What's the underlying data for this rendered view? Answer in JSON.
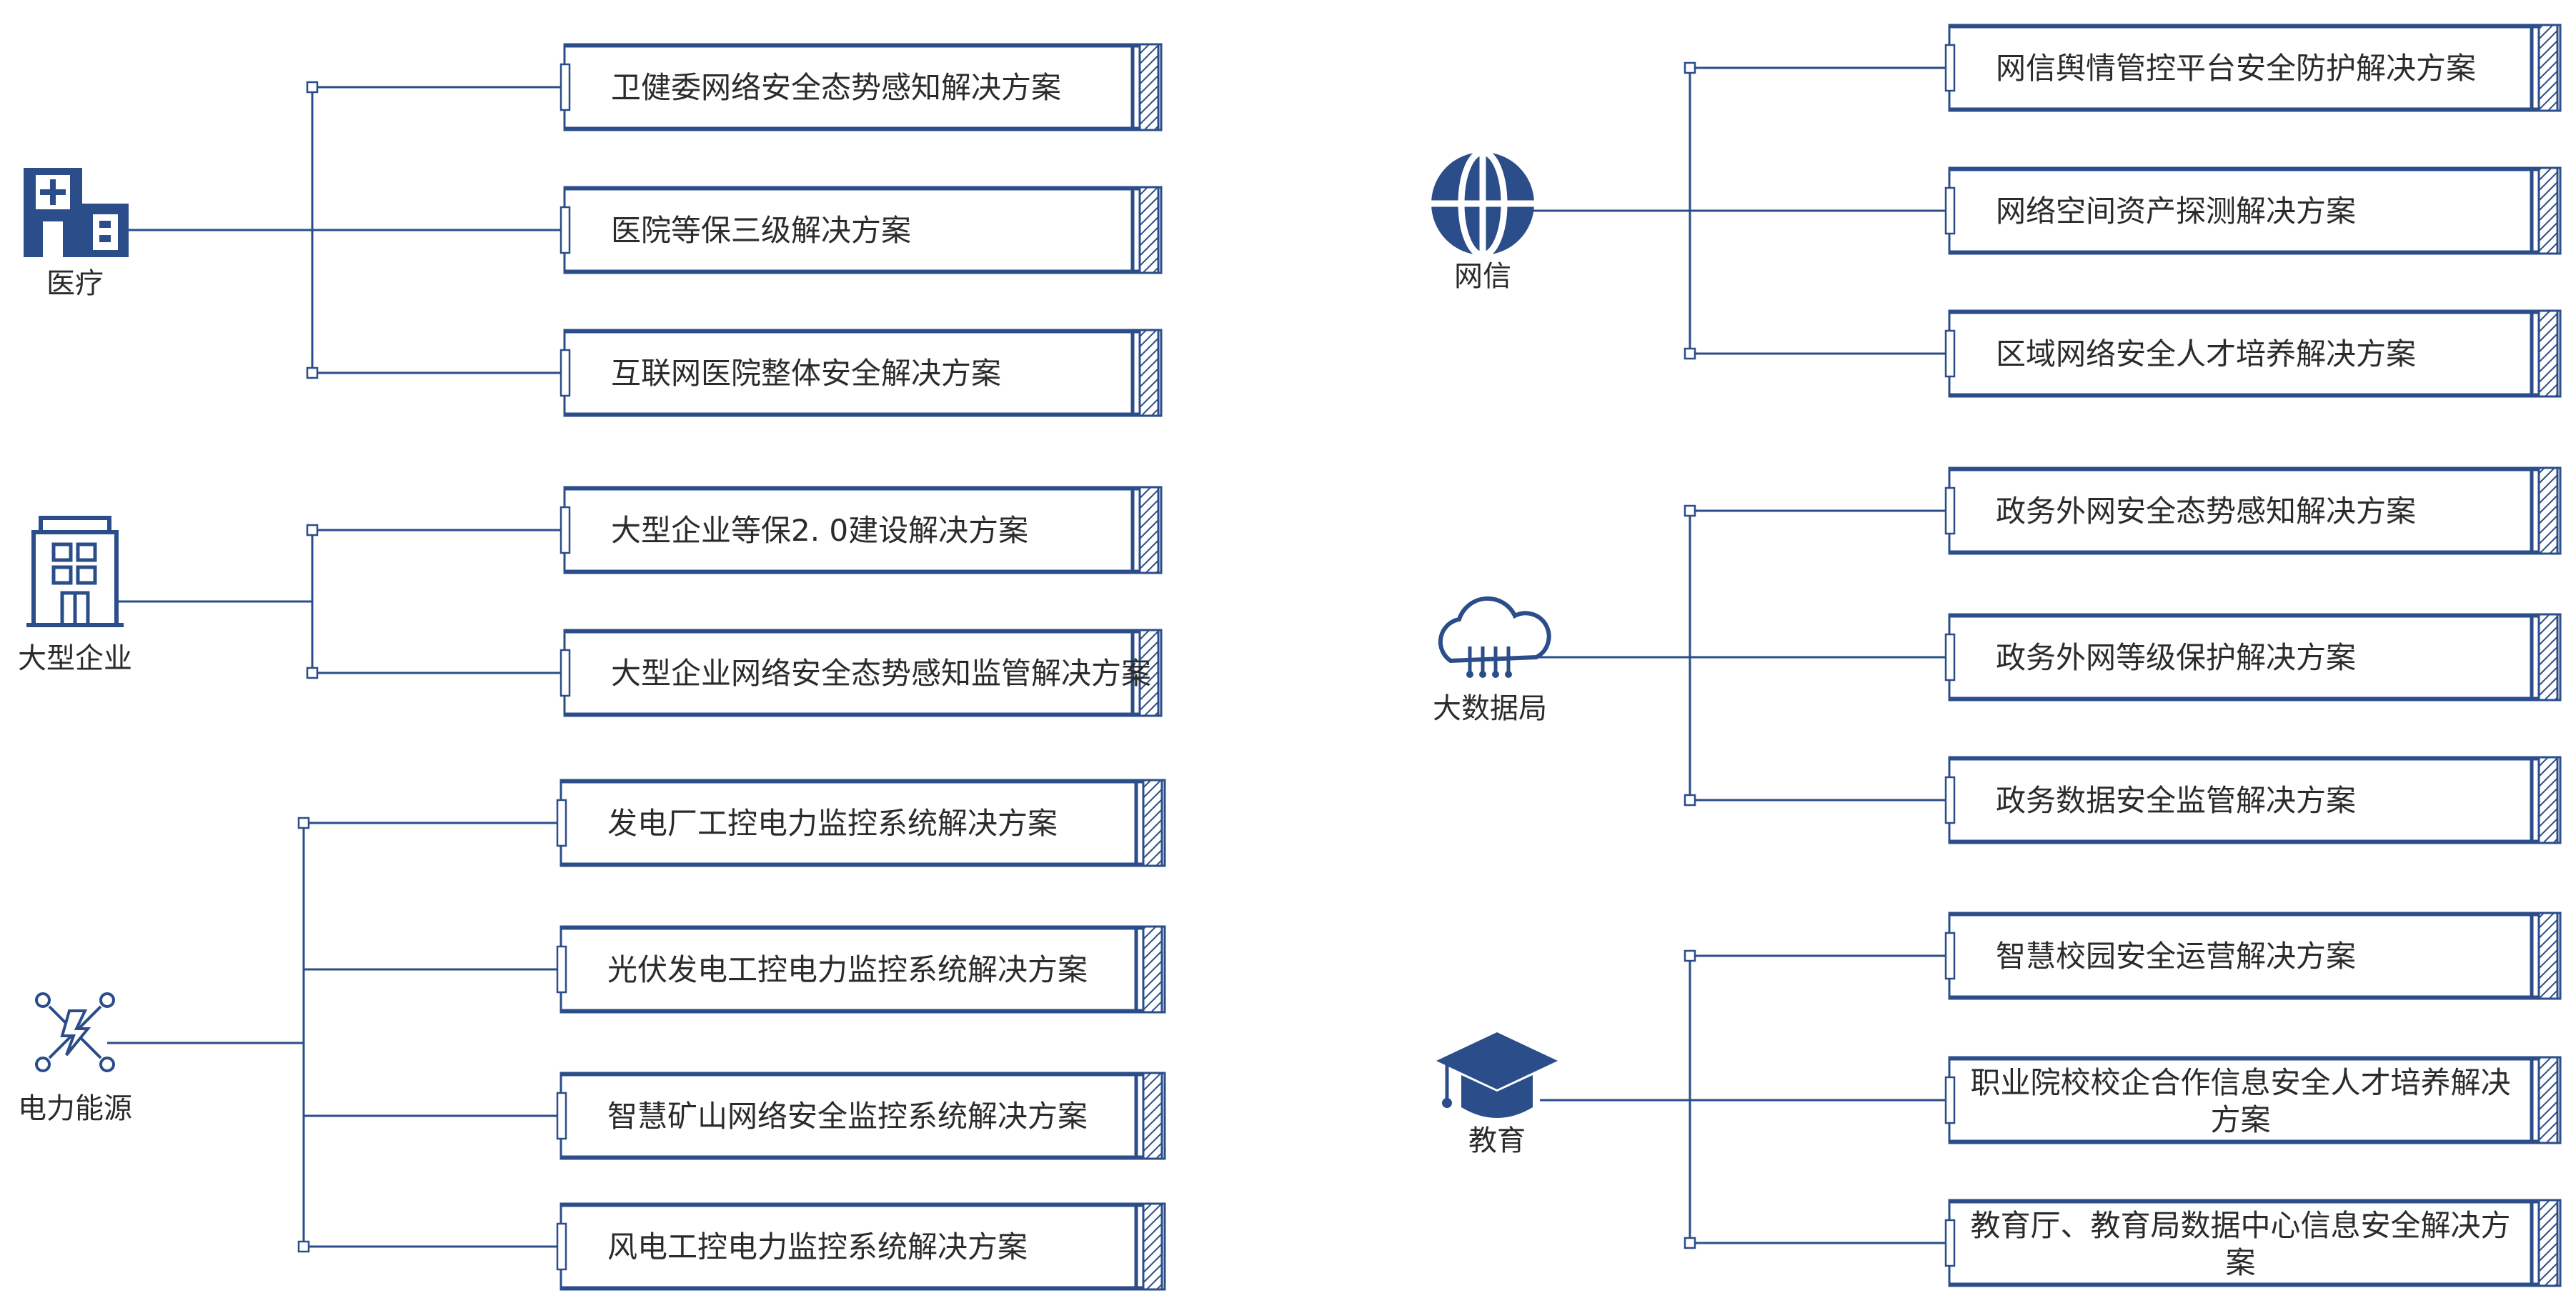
{
  "accent_color": "#2b4d8a",
  "groups": {
    "medical": {
      "label": "医疗",
      "icon": "hospital-icon",
      "items": [
        "卫健委网络安全态势感知解决方案",
        "医院等保三级解决方案",
        "互联网医院整体安全解决方案"
      ]
    },
    "enterprise": {
      "label": "大型企业",
      "icon": "office-building-icon",
      "items": [
        "大型企业等保2. 0建设解决方案",
        "大型企业网络安全态势感知监管解决方案"
      ]
    },
    "energy": {
      "label": "电力能源",
      "icon": "power-network-icon",
      "items": [
        "发电厂工控电力监控系统解决方案",
        "光伏发电工控电力监控系统解决方案",
        "智慧矿山网络安全监控系统解决方案",
        "风电工控电力监控系统解决方案"
      ]
    },
    "cyberspace": {
      "label": "网信",
      "icon": "globe-icon",
      "items": [
        "网信舆情管控平台安全防护解决方案",
        "网络空间资产探测解决方案",
        "区域网络安全人才培养解决方案"
      ]
    },
    "bigdata": {
      "label": "大数据局",
      "icon": "cloud-data-icon",
      "items": [
        "政务外网安全态势感知解决方案",
        "政务外网等级保护解决方案",
        "政务数据安全监管解决方案"
      ]
    },
    "education": {
      "label": "教育",
      "icon": "graduation-cap-icon",
      "items": [
        "智慧校园安全运营解决方案",
        "职业院校校企合作信息安全人才培养解决方案",
        "教育厅、教育局数据中心信息安全解决方案"
      ]
    }
  }
}
